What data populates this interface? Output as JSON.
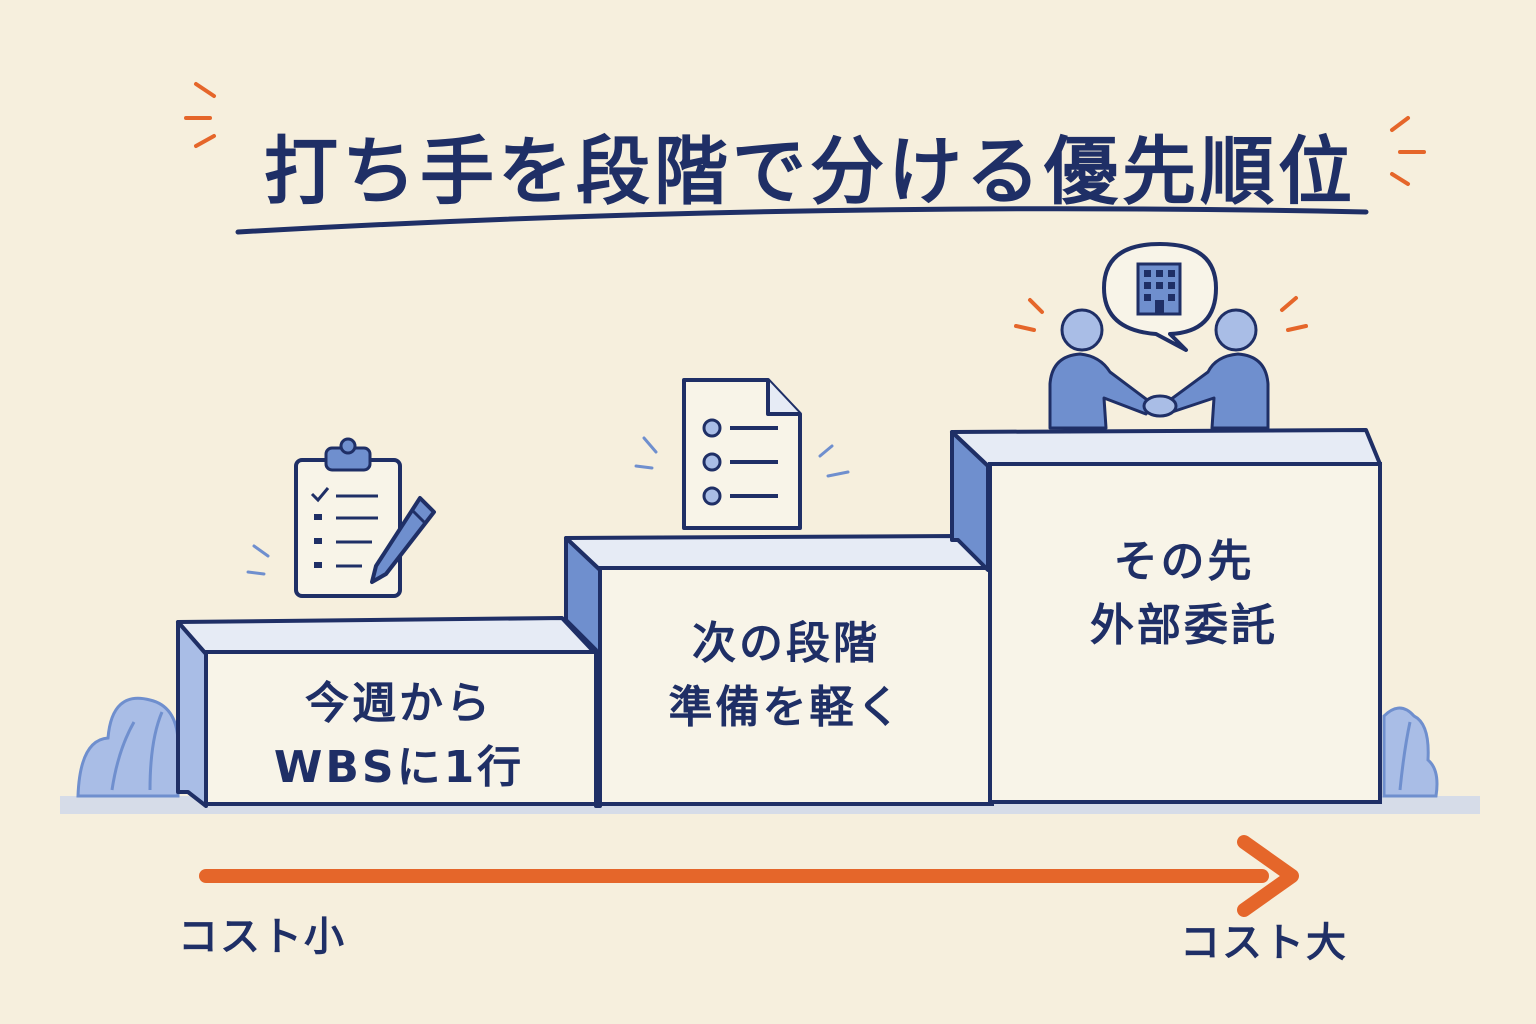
{
  "title": "打ち手を段階で分ける優先順位",
  "steps": [
    {
      "line1": "今週から",
      "line2": "WBSに1行",
      "icon": "clipboard-checklist-pencil-icon"
    },
    {
      "line1": "次の段階",
      "line2": "準備を軽く",
      "icon": "document-list-icon"
    },
    {
      "line1": "その先",
      "line2": "外部委託",
      "icon": "handshake-building-icon"
    }
  ],
  "axis": {
    "left_label": "コスト小",
    "right_label": "コスト大"
  },
  "colors": {
    "navy": "#1f2f66",
    "blue": "#6f8fce",
    "light_blue": "#a9bde6",
    "orange": "#e5662a",
    "paper": "#f6efdd",
    "block": "#f8f4e8"
  }
}
